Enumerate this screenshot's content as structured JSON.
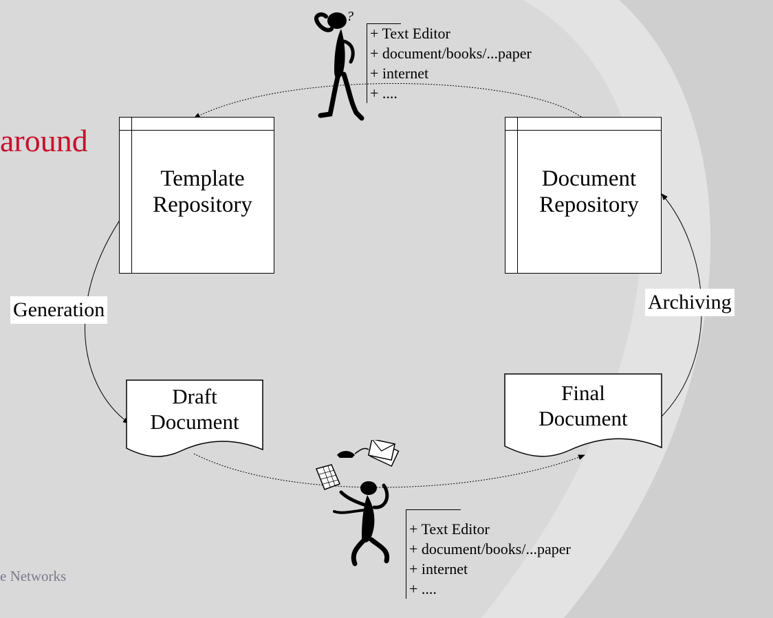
{
  "title_fragment": "around",
  "footer_fragment": "e Networks",
  "template_repository": {
    "line1": "Template",
    "line2": "Repository"
  },
  "document_repository": {
    "line1": "Document",
    "line2": "Repository"
  },
  "draft_document": {
    "line1": "Draft",
    "line2": "Document"
  },
  "final_document": {
    "line1": "Final",
    "line2": "Document"
  },
  "generation_label": "Generation",
  "archiving_label": "Archiving",
  "top_tools": [
    "+ Text Editor",
    "+ document/books/...paper",
    "+ internet",
    "+ ...."
  ],
  "bottom_tools": [
    "+ Text Editor",
    "+ document/books/...paper",
    "+ internet",
    "+ ...."
  ],
  "question_mark": "?"
}
